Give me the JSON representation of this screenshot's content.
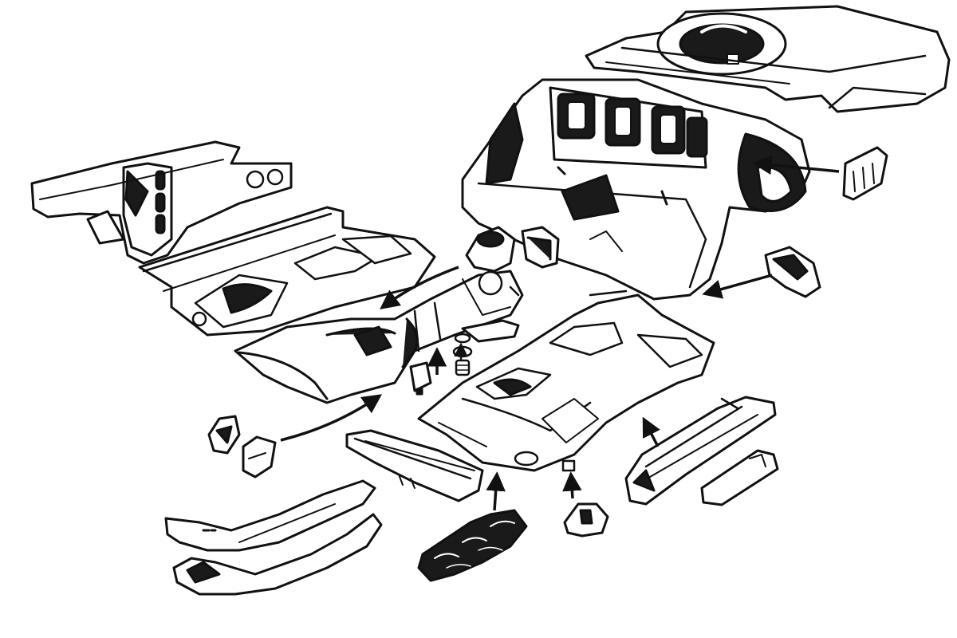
{
  "diagram": {
    "type": "exploded-view",
    "colors": {
      "ink": "#111111",
      "paper": "#ffffff",
      "shade": "#1a1a1a"
    },
    "parts": [
      {
        "id": "rear-deck-panel"
      },
      {
        "id": "rear-bulkhead-assembly"
      },
      {
        "id": "rear-bracket-upper"
      },
      {
        "id": "rear-bracket-lower"
      },
      {
        "id": "front-crossmember"
      },
      {
        "id": "front-floor-pan-left"
      },
      {
        "id": "center-tunnel"
      },
      {
        "id": "tunnel-mount"
      },
      {
        "id": "tunnel-bracket"
      },
      {
        "id": "nut-washer-stack"
      },
      {
        "id": "rear-floor-pan"
      },
      {
        "id": "small-bracket-a"
      },
      {
        "id": "small-bracket-b"
      },
      {
        "id": "sill-member-upper"
      },
      {
        "id": "sill-member-lower"
      },
      {
        "id": "channel-rail"
      },
      {
        "id": "heat-shield"
      },
      {
        "id": "floor-mount-bracket"
      },
      {
        "id": "side-rail"
      },
      {
        "id": "side-rail-cover"
      }
    ]
  }
}
